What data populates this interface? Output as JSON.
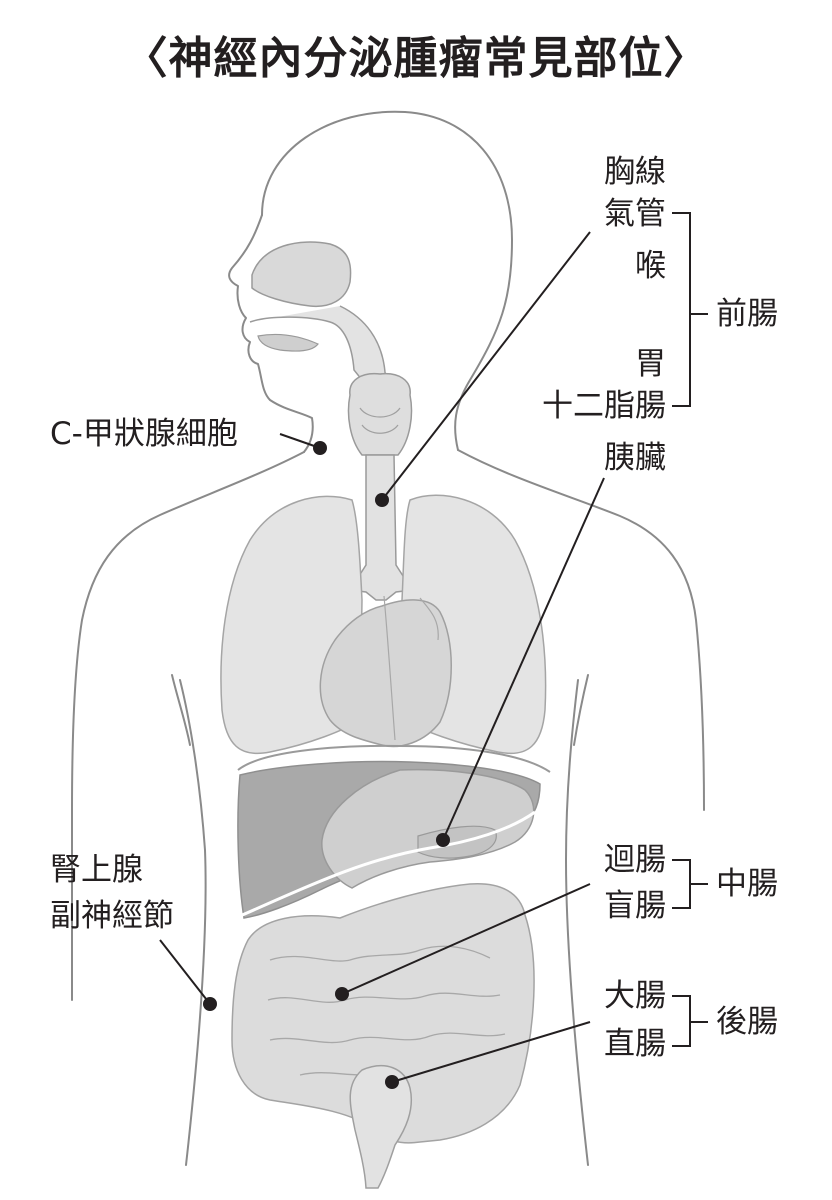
{
  "title": "〈神經內分泌腫瘤常見部位〉",
  "labels": {
    "thymus": "胸線",
    "trachea": "氣管",
    "larynx": "喉",
    "stomach": "胃",
    "duodenum": "十二脂腸",
    "pancreas": "胰臟",
    "foregut": "前腸",
    "c_cell": "C-甲狀腺細胞",
    "adrenal": "腎上腺",
    "paraganglion": "副神經節",
    "ileum": "迴腸",
    "cecum": "盲腸",
    "midgut": "中腸",
    "colon": "大腸",
    "rectum": "直腸",
    "hindgut": "後腸"
  },
  "colors": {
    "outline": "#8a8a8a",
    "organ_light": "#e6e6e6",
    "organ_mid": "#cfcfcf",
    "organ_dark": "#a9a9a9",
    "ink": "#231f20"
  }
}
